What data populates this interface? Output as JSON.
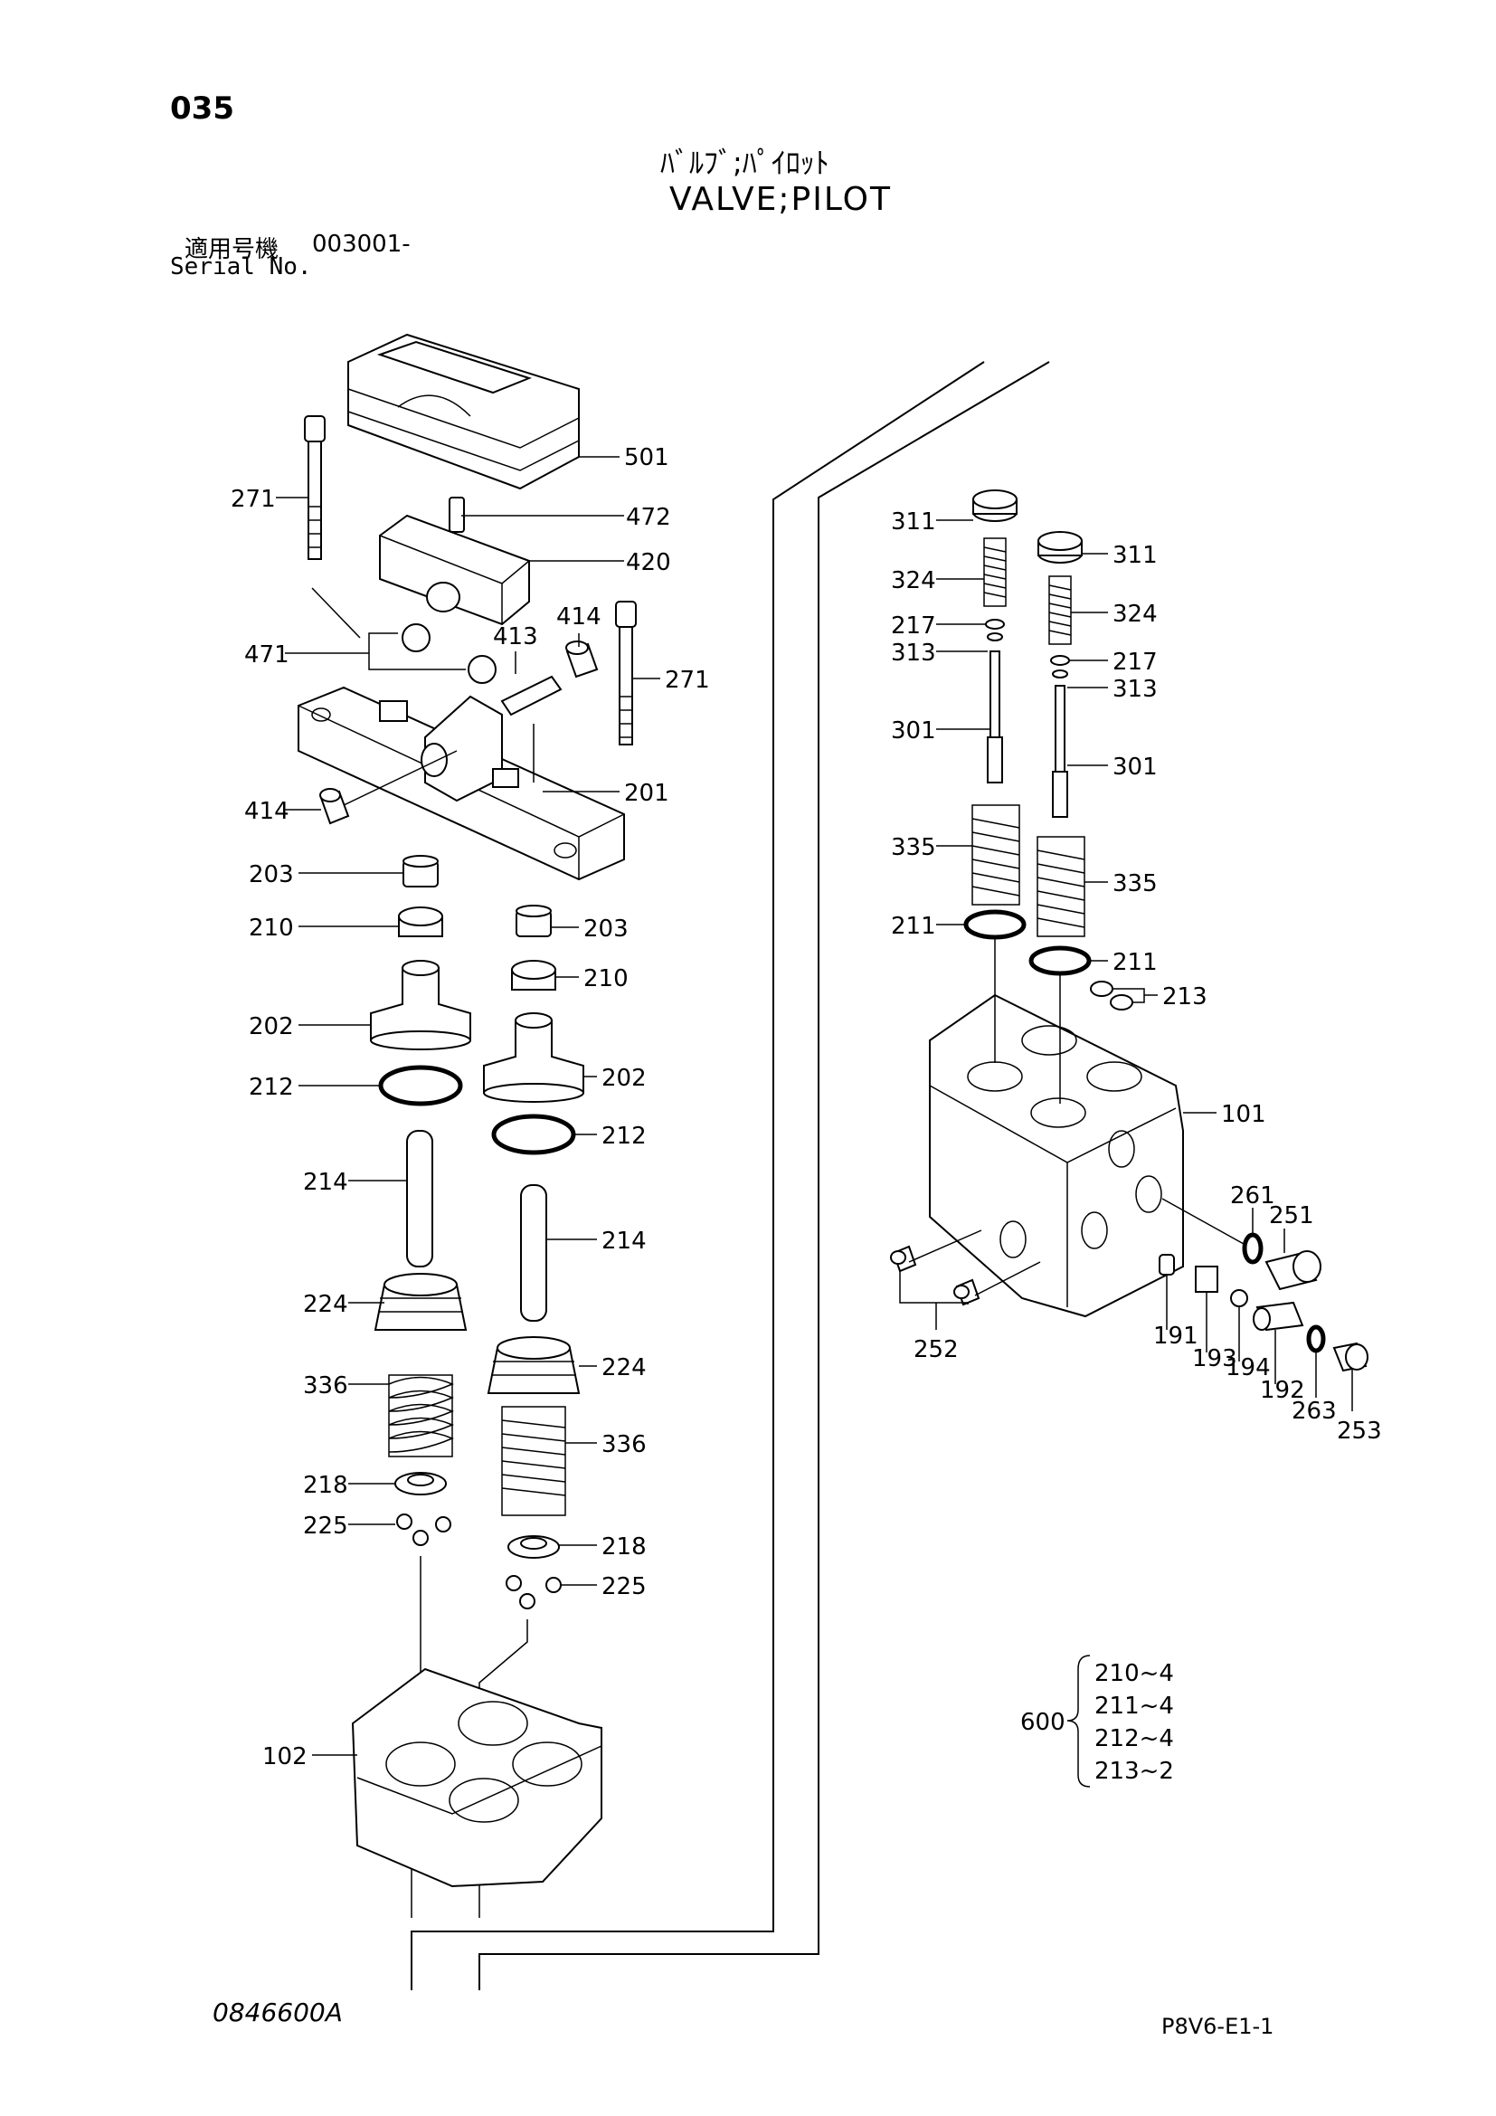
{
  "header": {
    "page_number": "035",
    "title_jp": "ﾊﾞﾙﾌﾞ;ﾊﾟｲﾛｯﾄ",
    "title_en": "VALVE;PILOT",
    "serial_label_jp": "適用号機",
    "serial_value": "003001-",
    "serial_label_en": "Serial No."
  },
  "footer": {
    "drawing_code": "0846600A",
    "page_code": "P8V6-E1-1"
  },
  "callouts": {
    "p501": "501",
    "p472": "472",
    "p420": "420",
    "p271a": "271",
    "p271b": "271",
    "p471": "471",
    "p413": "413",
    "p414a": "414",
    "p414b": "414",
    "p201": "201",
    "p203a": "203",
    "p203b": "203",
    "p210a": "210",
    "p210b": "210",
    "p202a": "202",
    "p202b": "202",
    "p212a": "212",
    "p212b": "212",
    "p214a": "214",
    "p214b": "214",
    "p224a": "224",
    "p224b": "224",
    "p336a": "336",
    "p336b": "336",
    "p218a": "218",
    "p218b": "218",
    "p225a": "225",
    "p225b": "225",
    "p102": "102",
    "p311a": "311",
    "p311b": "311",
    "p324a": "324",
    "p324b": "324",
    "p217a": "217",
    "p217b": "217",
    "p313a": "313",
    "p313b": "313",
    "p301a": "301",
    "p301b": "301",
    "p335a": "335",
    "p335b": "335",
    "p211a": "211",
    "p211b": "211",
    "p213": "213",
    "p101": "101",
    "p261": "261",
    "p251": "251",
    "p252": "252",
    "p191": "191",
    "p193": "193",
    "p194": "194",
    "p192": "192",
    "p263": "263",
    "p253": "253"
  },
  "kit": {
    "number": "600",
    "items": [
      "210~4",
      "211~4",
      "212~4",
      "213~2"
    ]
  }
}
